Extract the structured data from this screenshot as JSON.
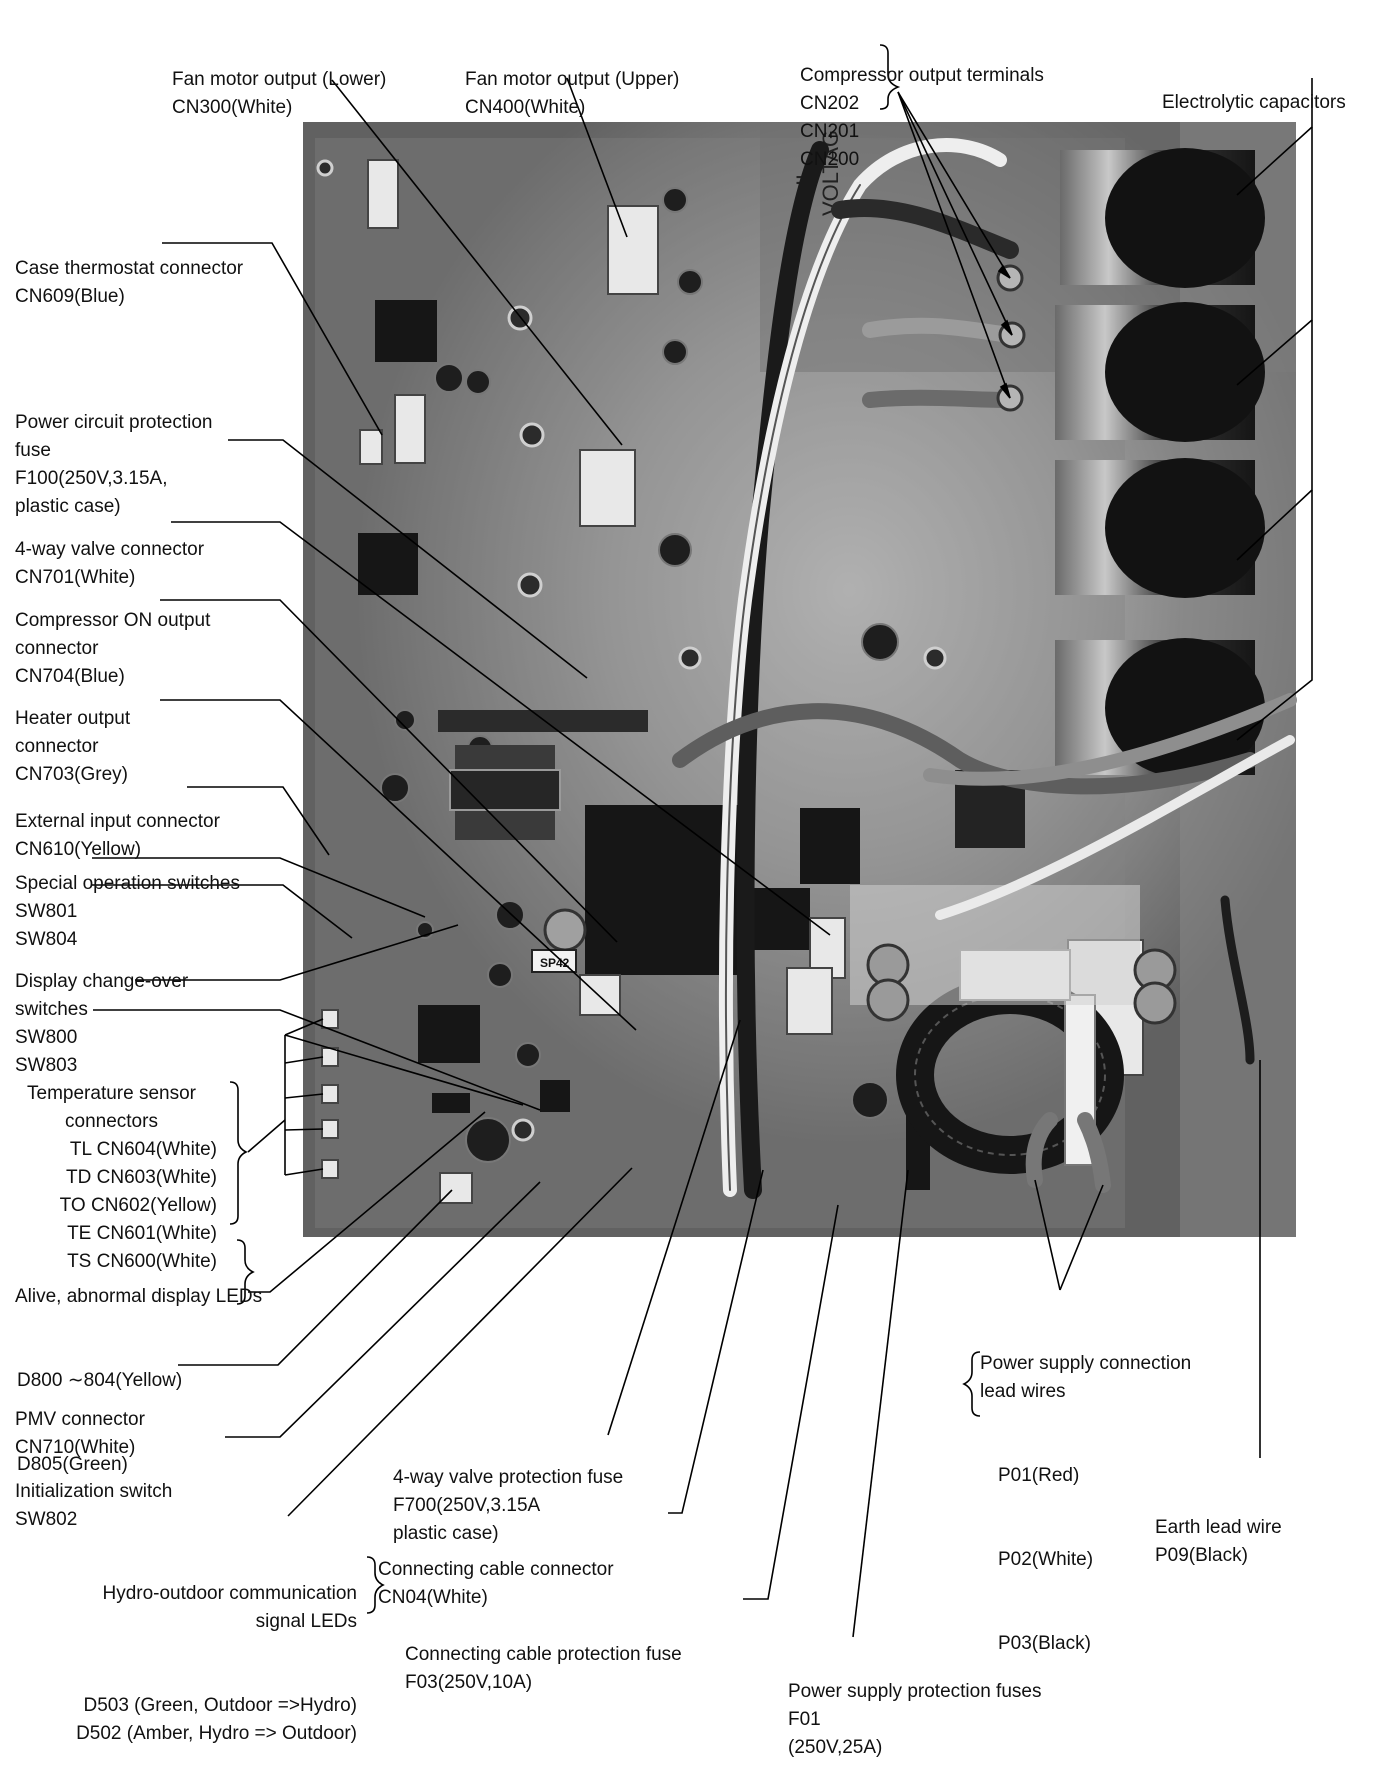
{
  "labels": {
    "fan_lower": [
      "Fan motor output (Lower)",
      "CN300(White)"
    ],
    "fan_upper": [
      "Fan motor output (Upper)",
      "CN400(White)"
    ],
    "comp_terms": [
      "Compressor output terminals",
      "CN202",
      "CN201",
      "CN200"
    ],
    "electrolytic": [
      "Electrolytic capacitors"
    ],
    "case_thermo": [
      "Case thermostat connector",
      "CN609(Blue)"
    ],
    "power_fuse": [
      "Power circuit protection",
      "fuse",
      "F100(250V,3.15A,",
      "plastic case)"
    ],
    "fourway_conn": [
      "4-way valve connector",
      "CN701(White)"
    ],
    "comp_on": [
      "Compressor ON output",
      "connector",
      "CN704(Blue)"
    ],
    "heater": [
      "Heater output",
      "connector",
      "CN703(Grey)"
    ],
    "ext_input": [
      "External input connector",
      "CN610(Yellow)"
    ],
    "special_sw": [
      "Special operation switches",
      "SW801",
      "SW804"
    ],
    "display_sw": [
      "Display change-over",
      "switches",
      "SW800",
      "SW803"
    ],
    "temp_head": [
      "Temperature sensor",
      "connectors"
    ],
    "temp_list": [
      "TL CN604(White)",
      "TD CN603(White)",
      "TO CN602(Yellow)",
      "TE CN601(White)",
      "TS CN600(White)"
    ],
    "leds": [
      "Alive, abnormal display LEDs",
      "D800 ∼804(Yellow)",
      "D805(Green)"
    ],
    "pmv": [
      "PMV connector",
      "CN710(White)"
    ],
    "init_sw": [
      "Initialization switch",
      "SW802"
    ],
    "hydro_head": [
      "Hydro-outdoor communication",
      "signal LEDs"
    ],
    "hydro_list": [
      "D503 (Green, Outdoor =>Hydro)",
      "D502 (Amber, Hydro => Outdoor)"
    ],
    "fourway_fuse": [
      "4-way valve protection fuse",
      "F700(250V,3.15A",
      "plastic case)"
    ],
    "cable_conn": [
      "Connecting cable connector",
      "CN04(White)"
    ],
    "cable_fuse": [
      "Connecting cable protection fuse",
      "F03(250V,10A)"
    ],
    "psu_fuses": [
      "Power supply protection fuses",
      "F01",
      "(250V,25A)"
    ],
    "psu_leads_head": [
      "Power supply connection",
      "lead wires"
    ],
    "psu_leads_list": [
      "P01(Red)",
      "P02(White)",
      "P03(Black)"
    ],
    "earth": [
      "Earth lead wire",
      "P09(Black)"
    ]
  },
  "board_marks": {
    "hv1": "HI",
    "hv2": "VOLTAG",
    "sp": "SP42"
  }
}
